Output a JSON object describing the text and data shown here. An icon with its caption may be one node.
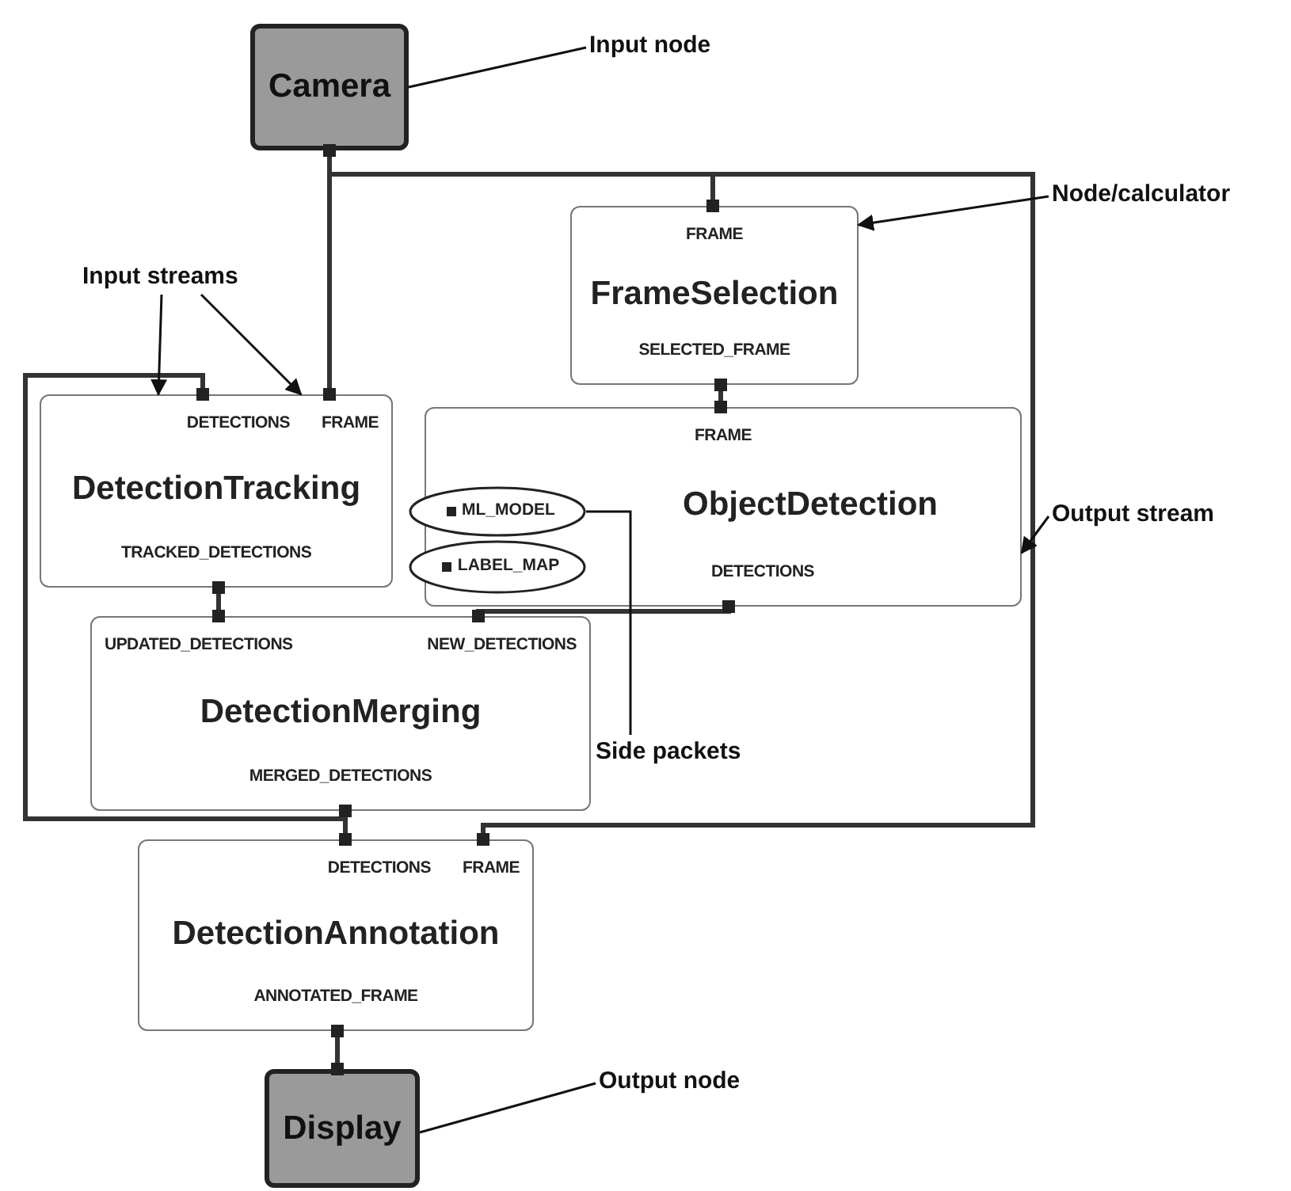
{
  "diagram": {
    "nodes": [
      {
        "text": [
          "Camera"
        ]
      },
      {
        "text": [
          "FRAME",
          "FrameSelection",
          "SELECTED_FRAME"
        ]
      },
      {
        "text": [
          "DETECTIONS",
          "FRAME",
          "DetectionTracking",
          "TRACKED_DETECTIONS"
        ]
      },
      {
        "text": [
          "FRAME",
          "ObjectDetection",
          "DETECTIONS"
        ]
      },
      {
        "text": [
          "ML_MODEL"
        ]
      },
      {
        "text": [
          "LABEL_MAP"
        ]
      },
      {
        "text": [
          "UPDATED_DETECTIONS",
          "NEW_DETECTIONS",
          "DetectionMerging",
          "MERGED_DETECTIONS"
        ]
      },
      {
        "text": [
          "DETECTIONS",
          "FRAME",
          "DetectionAnnotation",
          "ANNOTATED_FRAME"
        ]
      },
      {
        "text": [
          "Display"
        ]
      },
      {
        "text": [
          "Input node"
        ]
      },
      {
        "text": [
          "Node/calculator"
        ]
      },
      {
        "text": [
          "Input streams"
        ]
      },
      {
        "text": [
          "Output stream"
        ]
      },
      {
        "text": [
          "Side packets"
        ]
      },
      {
        "text": [
          "Output node"
        ]
      }
    ],
    "edges": [
      {
        "from": 0,
        "to": 1,
        "arrow": "none"
      },
      {
        "from": 0,
        "to": 2,
        "arrow": "none"
      },
      {
        "from": 0,
        "to": 7,
        "arrow": "none"
      },
      {
        "from": 1,
        "to": 3,
        "arrow": "none"
      },
      {
        "from": 2,
        "to": 6,
        "arrow": "none"
      },
      {
        "from": 3,
        "to": 6,
        "arrow": "none"
      },
      {
        "from": 6,
        "to": 2,
        "arrow": "none"
      },
      {
        "from": 6,
        "to": 7,
        "arrow": "none"
      },
      {
        "from": 7,
        "to": 8,
        "arrow": "none"
      },
      {
        "from": 9,
        "to": 0,
        "arrow": "none"
      },
      {
        "from": 10,
        "to": 1,
        "arrow": "to"
      },
      {
        "from": 11,
        "to": 2,
        "arrow": "to"
      },
      {
        "from": 11,
        "to": 2,
        "arrow": "to"
      },
      {
        "from": 12,
        "to": 3,
        "arrow": "to"
      },
      {
        "from": 13,
        "to": 4,
        "arrow": "none"
      },
      {
        "from": 14,
        "to": 8,
        "arrow": "none"
      }
    ]
  }
}
